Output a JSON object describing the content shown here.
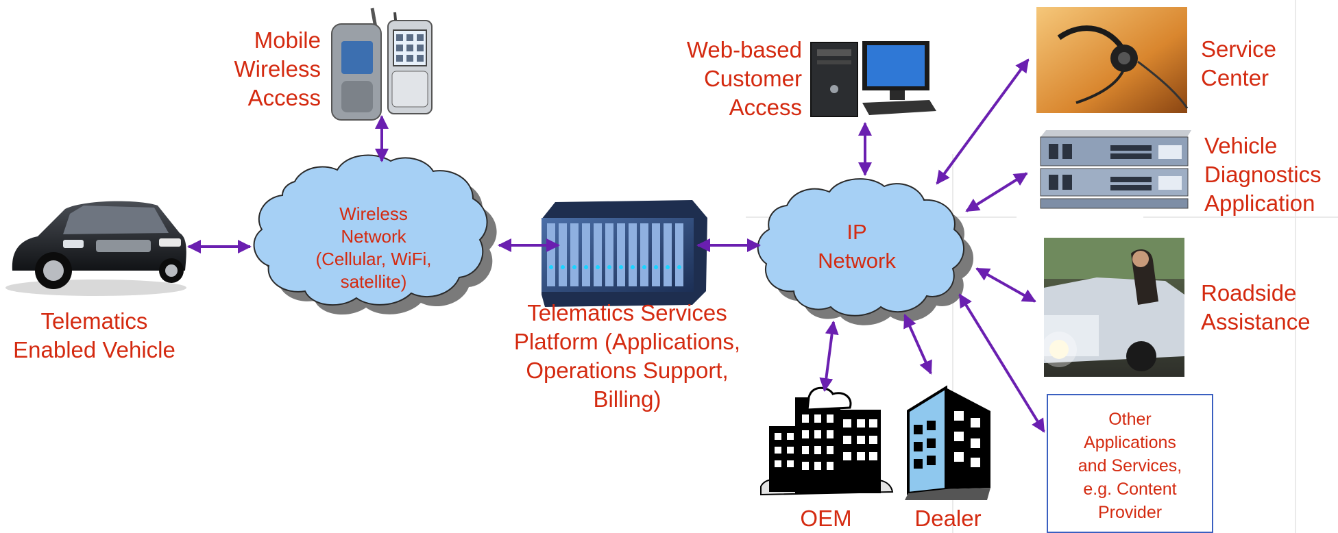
{
  "colors": {
    "label_red": "#d42a10",
    "arrow_purple": "#6a1fb0",
    "cloud_fill": "#a6d0f5",
    "cloud_stroke": "#2a2a2a",
    "box_border": "#3a5fc0"
  },
  "nodes": {
    "vehicle": {
      "icon": "car-icon",
      "label": [
        "Telematics",
        "Enabled Vehicle"
      ]
    },
    "mobile": {
      "icon": "mobile-phones-icon",
      "label": [
        "Mobile",
        "Wireless",
        "Access"
      ]
    },
    "wireless_network": {
      "icon": "cloud-icon",
      "label": [
        "Wireless",
        "Network",
        "(Cellular, WiFi,",
        "satellite)"
      ]
    },
    "platform": {
      "icon": "server-rack-icon",
      "label": [
        "Telematics Services",
        "Platform (Applications,",
        "Operations Support,",
        "Billing)"
      ]
    },
    "web_access": {
      "icon": "desktop-computer-icon",
      "label": [
        "Web-based",
        "Customer",
        "Access"
      ]
    },
    "ip_network": {
      "icon": "cloud-icon",
      "label": [
        "IP",
        "Network"
      ]
    },
    "service_center": {
      "icon": "headset-icon",
      "label": [
        "Service",
        "Center"
      ]
    },
    "diagnostics": {
      "icon": "network-router-icon",
      "label": [
        "Vehicle",
        "Diagnostics",
        "Application"
      ]
    },
    "roadside": {
      "icon": "roadside-breakdown-icon",
      "label": [
        "Roadside",
        "Assistance"
      ]
    },
    "oem": {
      "icon": "office-buildings-icon",
      "label": [
        "OEM"
      ]
    },
    "dealer": {
      "icon": "dealer-building-icon",
      "label": [
        "Dealer"
      ]
    },
    "other": {
      "label": [
        "Other",
        "Applications",
        "and Services,",
        "e.g. Content",
        "Provider"
      ]
    }
  }
}
